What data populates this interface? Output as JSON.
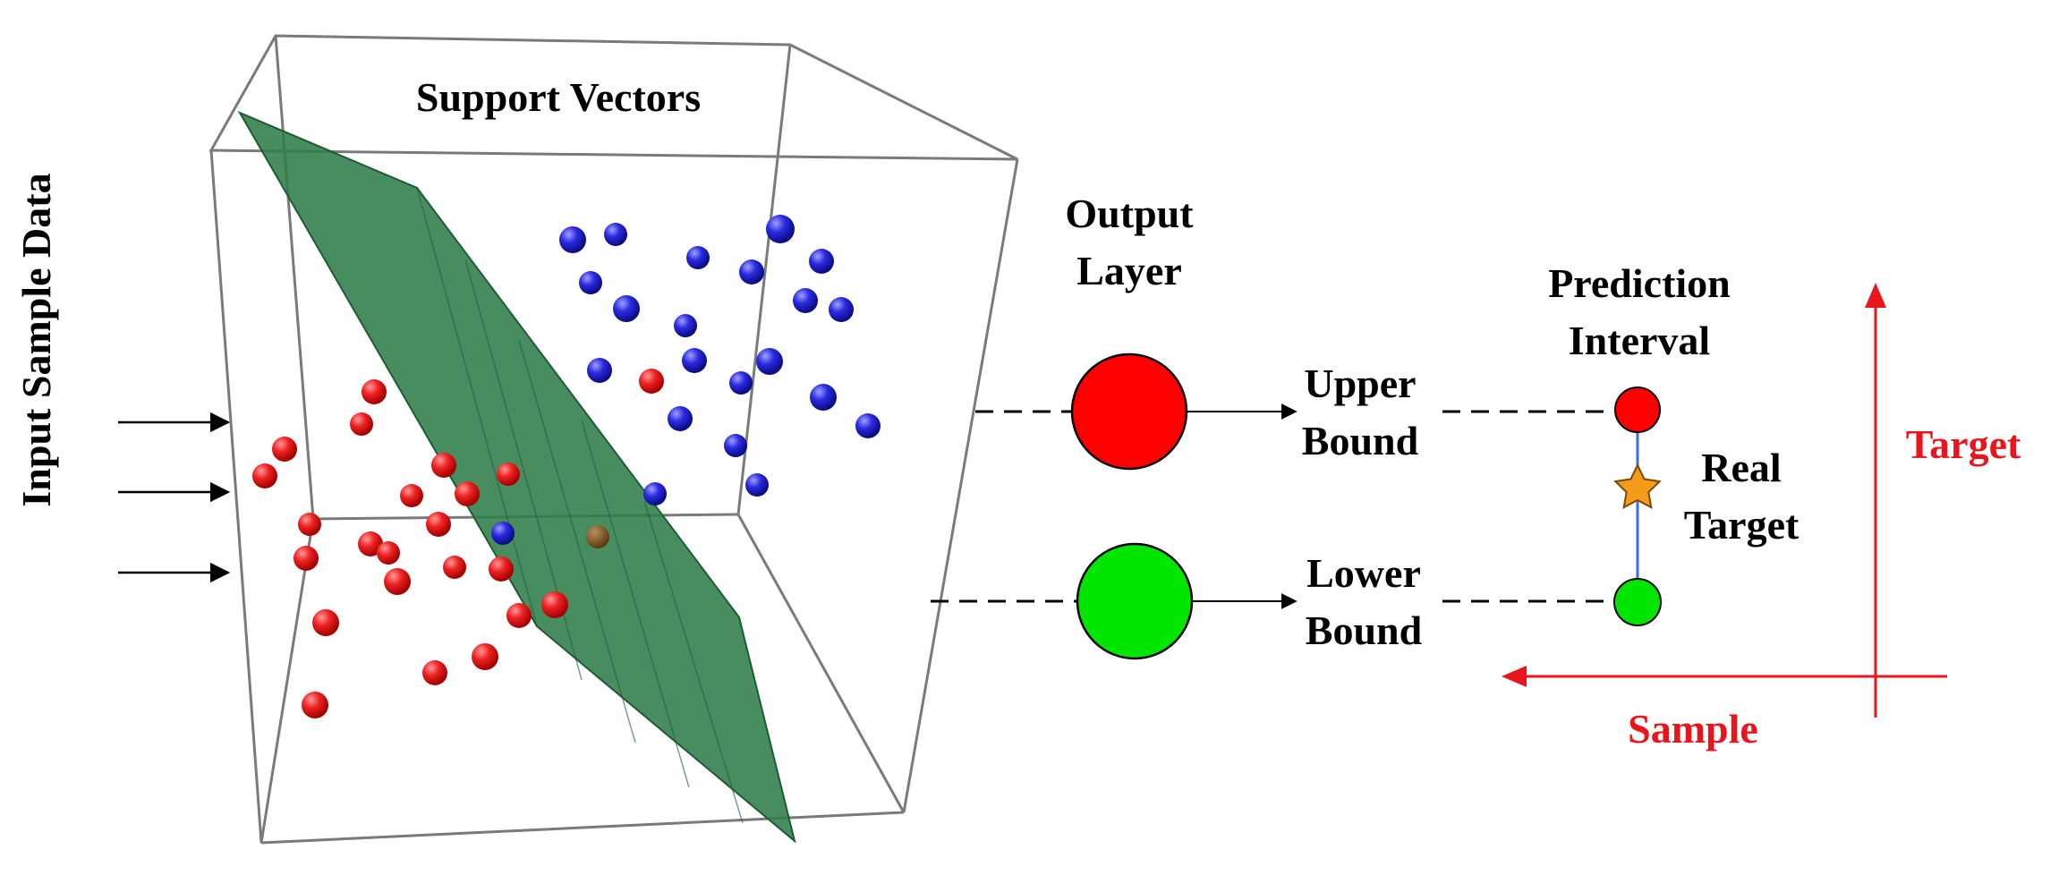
{
  "labels": {
    "input_sample_data": "Input Sample Data",
    "support_vectors": "Support Vectors",
    "output_layer_line1": "Output",
    "output_layer_line2": "Layer",
    "upper_line1": "Upper",
    "upper_line2": "Bound",
    "lower_line1": "Lower",
    "lower_line2": "Bound",
    "prediction_line1": "Prediction",
    "prediction_line2": "Interval",
    "real_line1": "Real",
    "real_line2": "Target",
    "target_axis": "Target",
    "sample_axis": "Sample"
  },
  "colors": {
    "upper_node": "#ff0000",
    "lower_node": "#00e600",
    "hyperplane": "#2e7d4a",
    "class_a_points": "#e82020",
    "class_b_points": "#2828d8",
    "axis": "#e8161c",
    "interval_line": "#3b6fe0",
    "real_target_star": "#f59b1c"
  }
}
